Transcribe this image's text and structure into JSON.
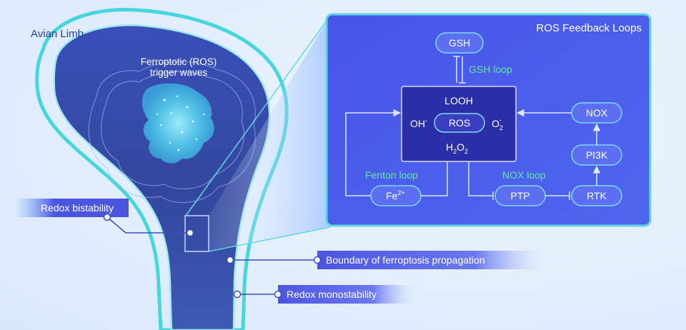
{
  "limb": {
    "title": "Avian Limb",
    "trigger_waves_line1": "Ferroptotic (ROS)",
    "trigger_waves_line2": "trigger waves"
  },
  "callouts": {
    "redox_bistability": "Redox bistability",
    "boundary": "Boundary of ferroptosis propagation",
    "redox_monostability": "Redox monostability"
  },
  "panel": {
    "title": "ROS Feedback Loops",
    "nodes": {
      "gsh": "GSH",
      "looh": "LOOH",
      "ros": "ROS",
      "oh_base": "OH",
      "oh_sup": "-",
      "o2_base": "O",
      "o2_sub": "2",
      "o2_sup": "-",
      "h2o2_h": "H",
      "h2o2_sub1": "2",
      "h2o2_o": "O",
      "h2o2_sub2": "2",
      "fe_base": "Fe",
      "fe_sup": "2+",
      "ptp": "PTP",
      "rtk": "RTK",
      "pi3k": "PI3K",
      "nox": "NOX"
    },
    "loops": {
      "gsh": "GSH loop",
      "fenton": "Fenton loop",
      "nox": "NOX loop"
    }
  },
  "colors": {
    "limb_outline": "#3fd0dc",
    "limb_fill": "#2f48b0",
    "panel_fill": "#4a5ee6",
    "panel_border": "#5fd7e0",
    "core_box": "#2a2fa8",
    "pill_fill": "#5b6ff0",
    "pill_border": "#7fdcf0",
    "loop_label": "#62e6a5",
    "callout_bar": "#4b55e0"
  }
}
